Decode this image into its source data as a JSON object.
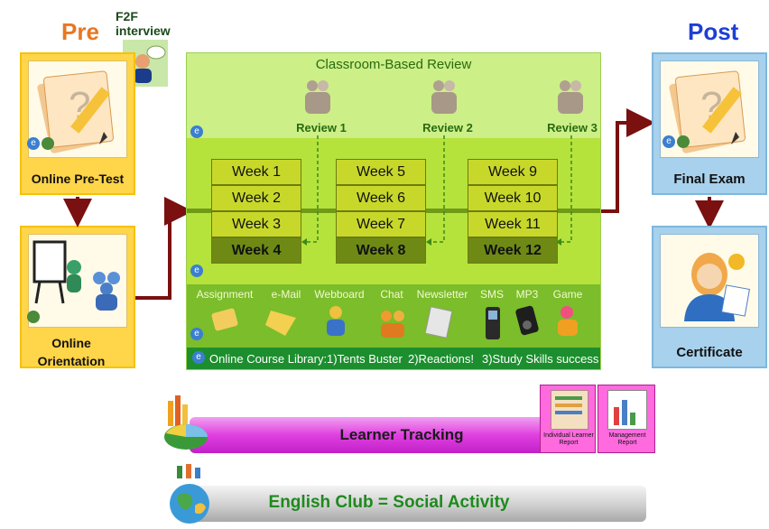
{
  "pre": {
    "heading": "Pre",
    "f2f_label": "F2F interview",
    "pretest_label": "Online Pre-Test",
    "orientation_label": "Online Orientation"
  },
  "review": {
    "title": "Classroom-Based Review",
    "reviews": [
      "Review 1",
      "Review 2",
      "Review 3"
    ],
    "weeks": [
      [
        "Week 1",
        "Week 2",
        "Week 3",
        "Week 4"
      ],
      [
        "Week 5",
        "Week 6",
        "Week 7",
        "Week 8"
      ],
      [
        "Week 9",
        "Week 10",
        "Week 11",
        "Week 12"
      ]
    ],
    "tools": [
      "Assignment",
      "e-Mail",
      "Webboard",
      "Chat",
      "Newsletter",
      "SMS",
      "MP3",
      "Game"
    ],
    "library_label": "Online Course Library:",
    "library_items": [
      "1)Tents Buster",
      "2)Reactions!",
      "3)Study Skills success"
    ]
  },
  "post": {
    "heading": "Post",
    "exam_label": "Final Exam",
    "certificate_label": "Certificate"
  },
  "tracking": {
    "label": "Learner Tracking",
    "individual_report": "Individual Learner Report",
    "management_report": "Management Report"
  },
  "club": {
    "label": "English Club = Social Activity"
  },
  "colors": {
    "pre_heading": "#e87722",
    "post_heading": "#1c3fd6",
    "arrow": "#7a1010",
    "club_text": "#1e8a1e"
  }
}
